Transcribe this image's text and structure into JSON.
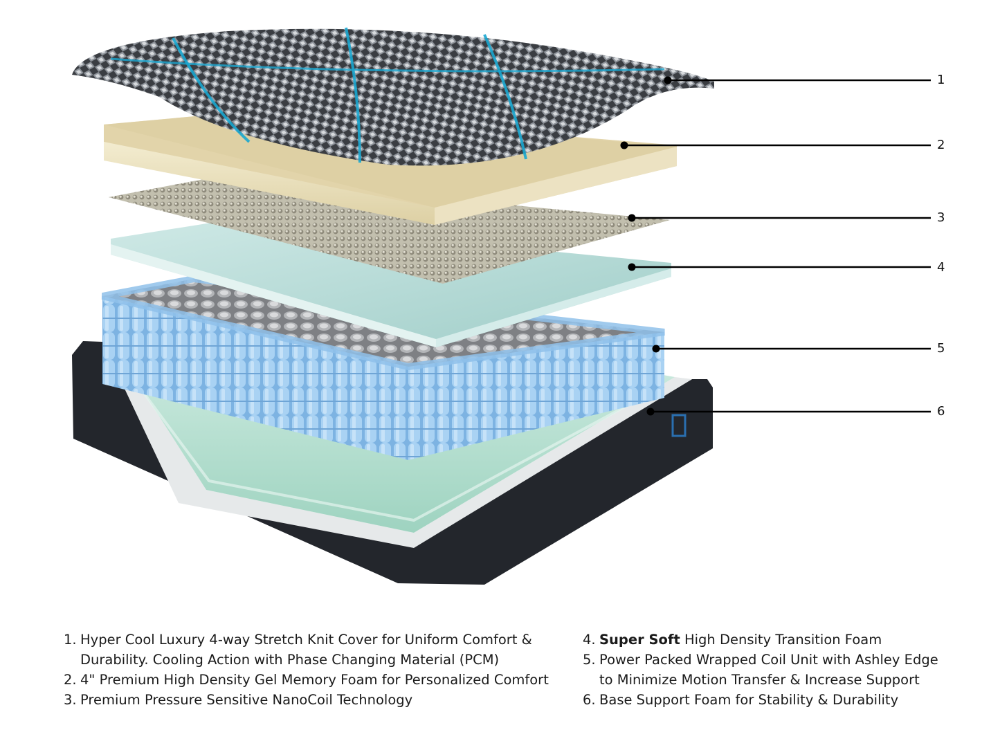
{
  "callouts": [
    "1",
    "2",
    "3",
    "4",
    "5",
    "6"
  ],
  "legend": {
    "left": [
      {
        "num": "1.",
        "text": "Hyper Cool Luxury 4-way Stretch Knit Cover for Uniform Comfort & Durability. Cooling Action with Phase Changing Material (PCM)"
      },
      {
        "num": "2.",
        "text": "4\" Premium High Density Gel Memory Foam for Personalized Comfort"
      },
      {
        "num": "3.",
        "text": "Premium Pressure Sensitive NanoCoil Technology"
      }
    ],
    "right": [
      {
        "num": "4.",
        "bold": "Super Soft",
        "text": " High Density Transition Foam"
      },
      {
        "num": "5.",
        "text": "Power Packed Wrapped Coil Unit with Ashley Edge to Minimize Motion Transfer & Increase Support"
      },
      {
        "num": "6.",
        "text": "Base Support Foam for Stability & Durability"
      }
    ]
  },
  "colors": {
    "cover": "#3c3f44",
    "cover_accent": "#1aa6cf",
    "memory_foam": "#e3d6ad",
    "nanocoil": "#b8b4a4",
    "transition_foam": "#b6dcd8",
    "coils": "#8fc1ea",
    "base_foam": "#bfe3d4",
    "base_shell": "#24272d"
  }
}
